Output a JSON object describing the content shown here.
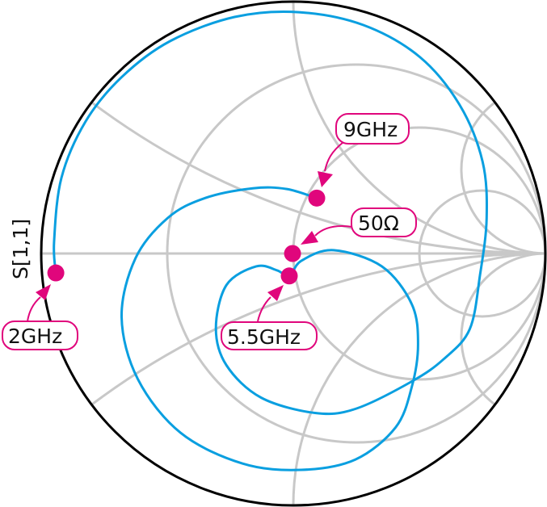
{
  "chart_data": {
    "type": "smith",
    "ylabel": "S[1,1]",
    "grid": {
      "resistance_circles": [
        0.3333,
        1,
        3
      ],
      "reactance_arcs": [
        0.3333,
        1,
        3,
        -0.3333,
        -1,
        -3
      ]
    },
    "colors": {
      "trace": "#0a9fe0",
      "grid": "#c8c8c8",
      "boundary": "#000000",
      "marker": "#e0067c"
    },
    "series": [
      {
        "name": "S[1,1]",
        "gamma": [
          [
            -0.942,
            -0.077
          ],
          [
            -0.949,
            0.045
          ],
          [
            -0.92,
            0.3
          ],
          [
            -0.824,
            0.524
          ],
          [
            -0.681,
            0.7
          ],
          [
            -0.489,
            0.843
          ],
          [
            -0.233,
            0.939
          ],
          [
            0.022,
            0.958
          ],
          [
            0.278,
            0.907
          ],
          [
            0.502,
            0.78
          ],
          [
            0.661,
            0.588
          ],
          [
            0.751,
            0.364
          ],
          [
            0.767,
            0.141
          ],
          [
            0.741,
            -0.083
          ],
          [
            0.7,
            -0.3
          ],
          [
            0.597,
            -0.419
          ],
          [
            0.47,
            -0.508
          ],
          [
            0.246,
            -0.617
          ],
          [
            0.086,
            -0.633
          ],
          [
            -0.128,
            -0.572
          ],
          [
            -0.265,
            -0.444
          ],
          [
            -0.307,
            -0.297
          ],
          [
            -0.265,
            -0.125
          ],
          [
            -0.147,
            -0.051
          ],
          [
            -0.064,
            -0.067
          ],
          [
            -0.016,
            -0.089
          ],
          [
            0.032,
            -0.029
          ],
          [
            0.16,
            0.013
          ],
          [
            0.351,
            -0.051
          ],
          [
            0.47,
            -0.201
          ],
          [
            0.495,
            -0.361
          ],
          [
            0.47,
            -0.53
          ],
          [
            0.406,
            -0.69
          ],
          [
            0.246,
            -0.818
          ],
          [
            0.032,
            -0.859
          ],
          [
            -0.201,
            -0.834
          ],
          [
            -0.447,
            -0.712
          ],
          [
            -0.617,
            -0.498
          ],
          [
            -0.681,
            -0.252
          ],
          [
            -0.626,
            -0.019
          ],
          [
            -0.498,
            0.141
          ],
          [
            -0.351,
            0.22
          ],
          [
            -0.16,
            0.259
          ],
          [
            -0.026,
            0.256
          ],
          [
            0.093,
            0.22
          ]
        ]
      }
    ],
    "markers": [
      {
        "label": "2GHz",
        "gamma": [
          -0.942,
          -0.077
        ]
      },
      {
        "label": "9GHz",
        "gamma": [
          0.093,
          0.22
        ]
      },
      {
        "label": "50Ω",
        "gamma": [
          -0.003,
          0.0
        ]
      },
      {
        "label": "5.5GHz",
        "gamma": [
          -0.016,
          -0.089
        ]
      }
    ]
  }
}
